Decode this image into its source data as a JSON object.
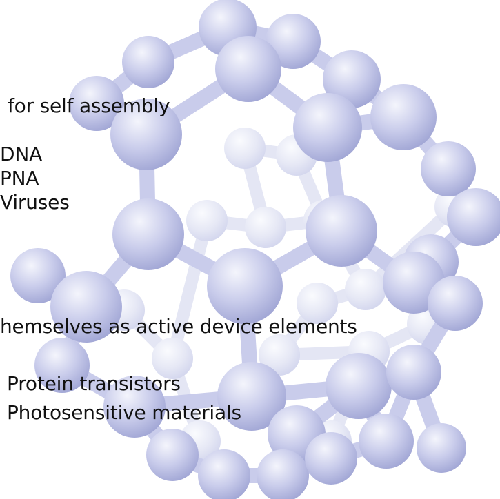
{
  "slide": {
    "self_assembly_heading": "for self assembly",
    "self_assembly_items": [
      "DNA",
      "PNA",
      "Viruses"
    ],
    "active_elements_heading": "hemselves as active device elements",
    "active_elements_items": [
      "Protein transistors",
      "Photosensitive materials"
    ]
  },
  "colors": {
    "background": "#ffffff",
    "atom_light": "#f2f3fb",
    "atom_mid": "#c7cae9",
    "atom_dark": "#9a9fd0",
    "bond": "#c9cceb",
    "text": "#111111"
  },
  "decoration": {
    "molecule": "buckyball-icon"
  }
}
